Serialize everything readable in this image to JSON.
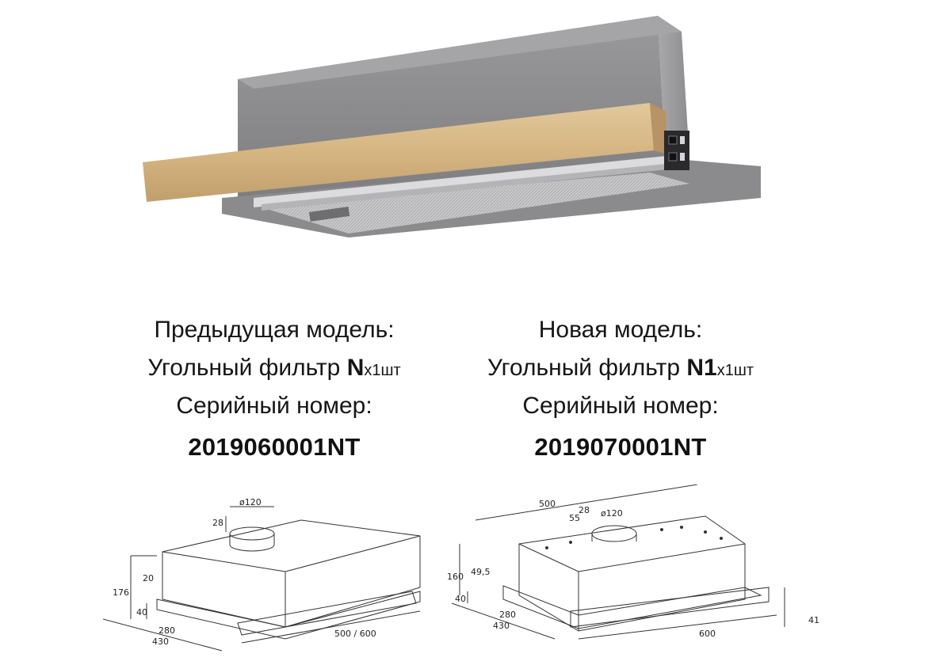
{
  "previous": {
    "heading": "Предыдущая модель:",
    "filter_prefix": "Угольный фильтр ",
    "filter_model": "N",
    "filter_qty": "x1шт",
    "serial_label": "Серийный номер:",
    "serial_number": "2019060001NT"
  },
  "new": {
    "heading": "Новая модель:",
    "filter_prefix": "Угольный фильтр ",
    "filter_model": "N1",
    "filter_qty": "x1шт",
    "serial_label": "Серийный номер:",
    "serial_number": "2019070001NT"
  },
  "drawing_old": {
    "diameter": "ø120",
    "height_top": "28",
    "depth_front": "20",
    "height_total": "176",
    "height_front": "40",
    "depth": "280",
    "depth_total": "430",
    "width": "500 / 600"
  },
  "drawing_new": {
    "width_top": "500",
    "height_top": "28",
    "offset": "55",
    "diameter": "ø120",
    "offset_front": "49,5",
    "height": "160",
    "height_bottom": "40",
    "depth": "280",
    "depth_total": "430",
    "width": "600",
    "height_front": "41"
  },
  "colors": {
    "steel": "#8a8a8c",
    "wood": "#d7b98a",
    "text": "#161616"
  }
}
